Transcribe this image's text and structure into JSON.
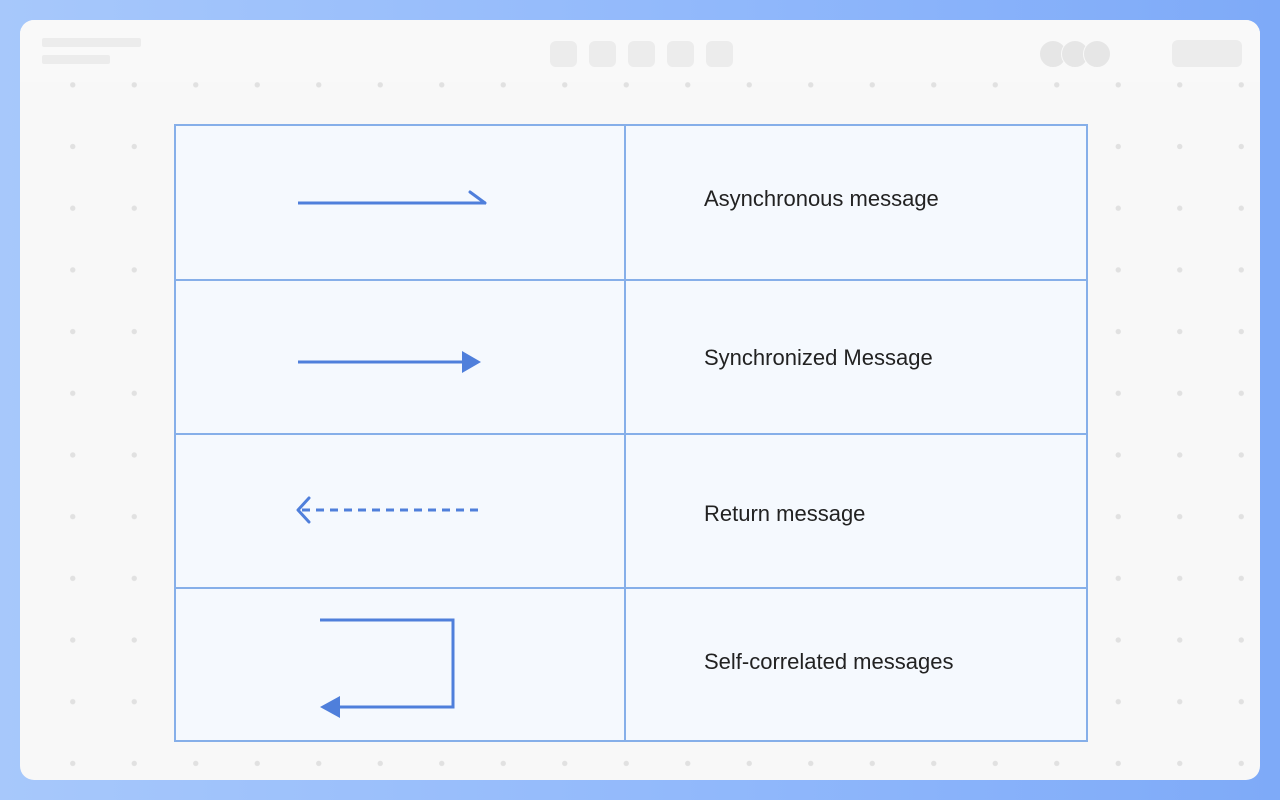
{
  "legend": {
    "rows": [
      {
        "label": "Asynchronous message",
        "symbol": "open-arrow-solid-line-icon"
      },
      {
        "label": "Synchronized Message",
        "symbol": "filled-arrow-solid-line-icon"
      },
      {
        "label": "Return message",
        "symbol": "open-arrow-dashed-line-icon"
      },
      {
        "label": "Self-correlated messages",
        "symbol": "self-loop-arrow-icon"
      }
    ]
  },
  "colors": {
    "accent": "#4f7fdb",
    "grid": "#86afe9",
    "cell_bg": "#f5f9fe",
    "frame": "#8fb7fb"
  }
}
